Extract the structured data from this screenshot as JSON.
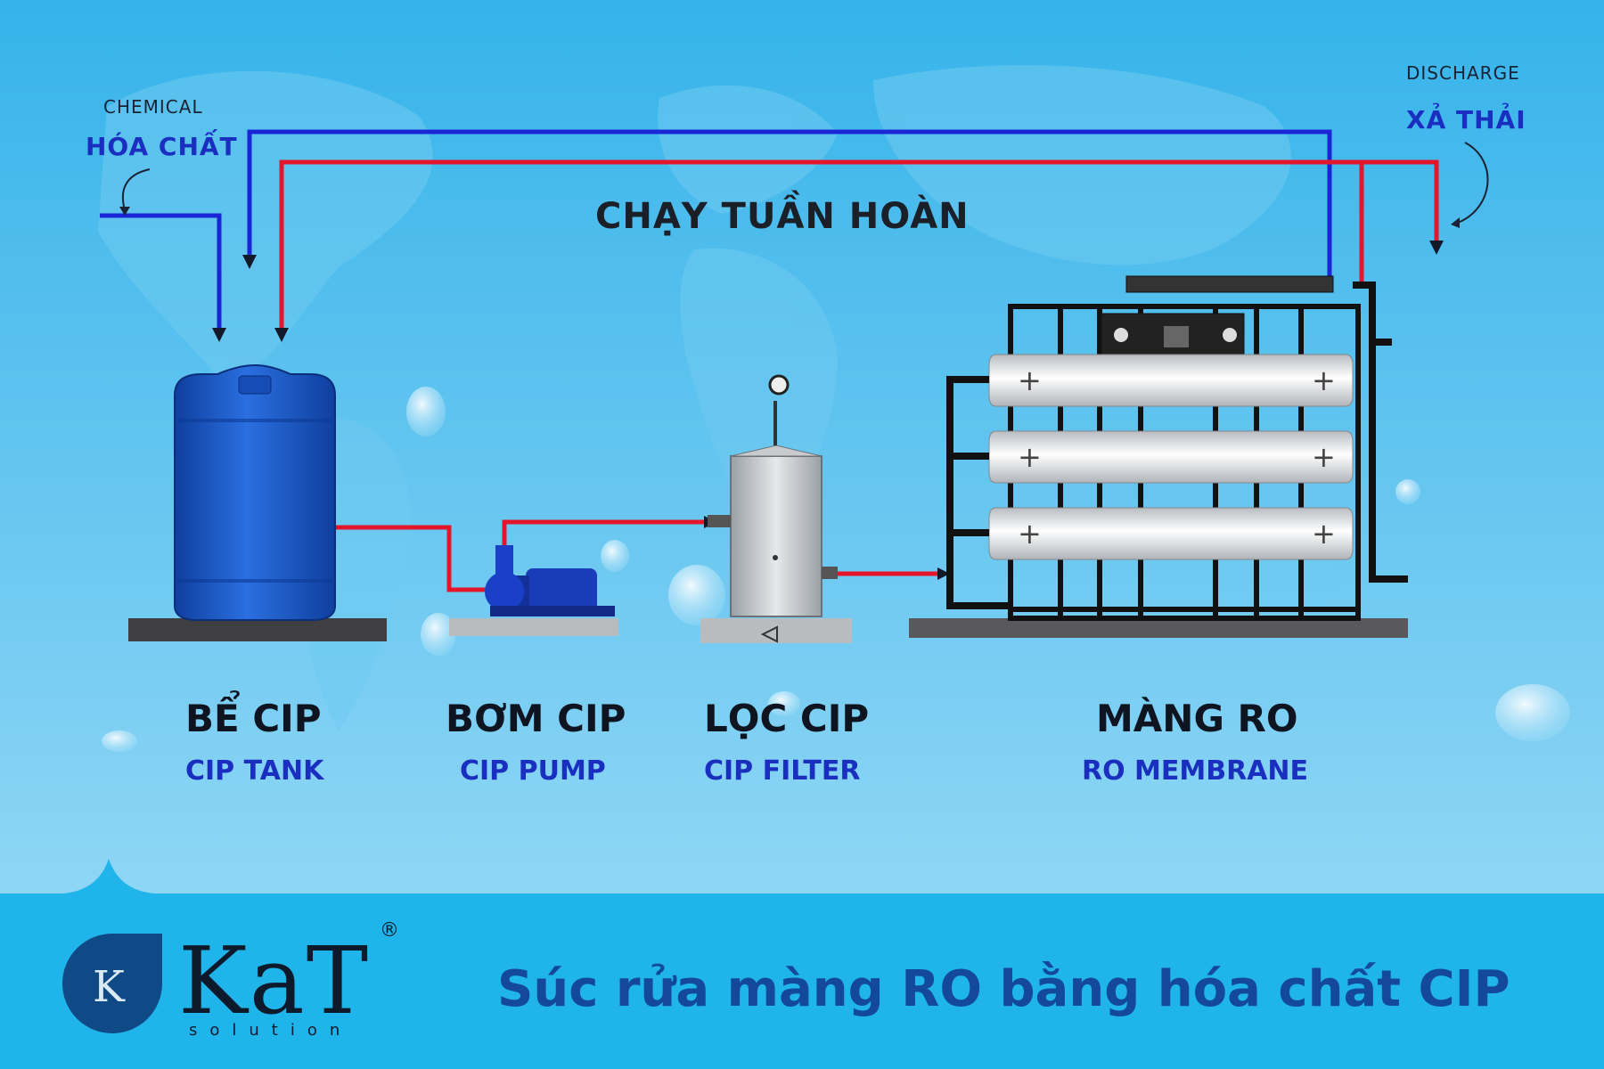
{
  "labels": {
    "chemical_en": "CHEMICAL",
    "chemical_vn": "HÓA CHẤT",
    "discharge_en": "DISCHARGE",
    "discharge_vn": "XẢ THẢI",
    "circulation": "CHẠY TUẦN HOÀN"
  },
  "components": [
    {
      "vn": "BỂ CIP",
      "en": "CIP TANK"
    },
    {
      "vn": "BƠM CIP",
      "en": "CIP PUMP"
    },
    {
      "vn": "LỌC CIP",
      "en": "CIP FILTER"
    },
    {
      "vn": "MÀNG RO",
      "en": "RO MEMBRANE"
    }
  ],
  "footer": {
    "brand": "KaT",
    "brand_sub": "solution",
    "logo_letter": "K",
    "registered": "®",
    "title": "Súc rửa màng RO bằng hóa chất CIP"
  },
  "colors": {
    "background": "#5cc0ec",
    "pipe_blue": "#1a25d6",
    "pipe_red": "#e3162b",
    "tank": "#1a55c4",
    "footer": "#1fb4ea",
    "title_text": "#14489b"
  }
}
